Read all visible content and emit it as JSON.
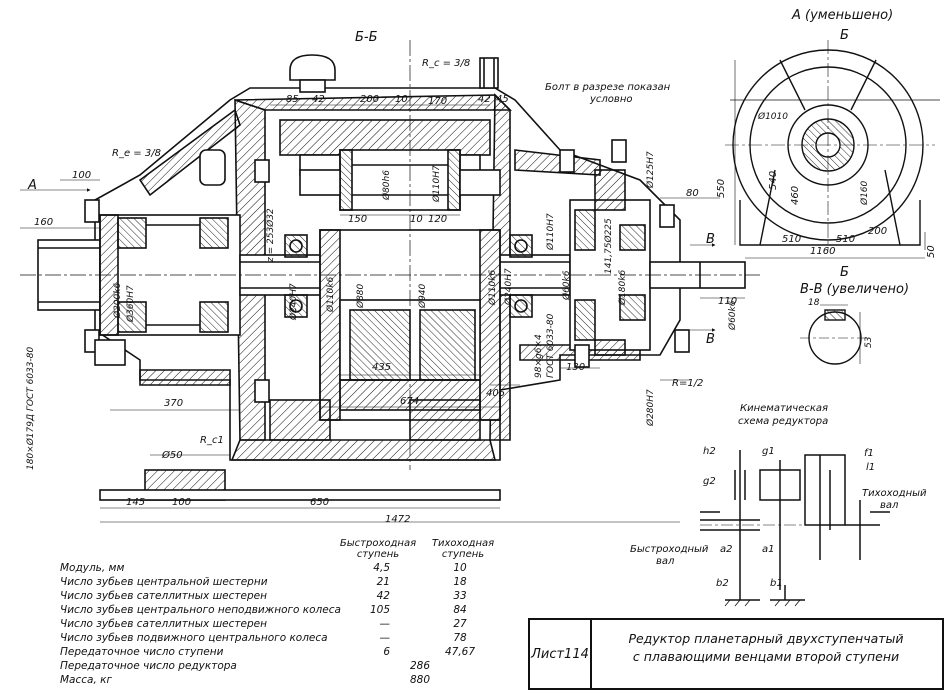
{
  "section_label": "Б-Б",
  "view_a_label": "A (уменьшено)",
  "view_b_label": "В-В (увеличено)",
  "bolt_note": [
    "Болт в разрезе показан",
    "условно"
  ],
  "rc_top": "R_c = 3/8",
  "re_left": "R_e = 3/8",
  "rc_bottom": "R_c1",
  "r_half": "R=1/2",
  "arrow_a": "A",
  "arrow_b": "Б",
  "arrow_v": "B",
  "gost_vertical": "180×Ø179Д ГОСТ 6033-80",
  "spline_note": [
    "98×g6×4",
    "ГОСТ 6033-80"
  ],
  "dimensions": {
    "d85": "85",
    "d42a": "42",
    "d200": "200",
    "d10": "10",
    "d170": "170",
    "d42b": "42",
    "d45": "45",
    "d100": "100",
    "d160": "160",
    "d80": "80",
    "d110": "110",
    "d150": "150",
    "d10b": "10",
    "d120": "120",
    "d435": "435",
    "d674": "674",
    "d405": "405",
    "d130": "130",
    "d370": "370",
    "d50": "Ø50",
    "d145": "145",
    "d100b": "100",
    "d650": "650",
    "d1472": "1472",
    "phi200": "Ø200k6",
    "phi360": "Ø360H7",
    "phi240a": "Ø240H7",
    "phi110a": "Ø110k6",
    "phi880": "Ø880",
    "phi940": "Ø940",
    "phi110b": "Ø110k6",
    "phi240b": "Ø240H7",
    "phi80": "Ø80h6",
    "phi110h7": "Ø110H7",
    "phi110h7b": "Ø110H7",
    "phi60": "Ø60k6",
    "phi180": "Ø180k6",
    "phi145": "141,75Ø225",
    "phi125": "Ø125H7",
    "phi280": "Ø280H7",
    "phi60shaft": "Ø60k6",
    "z": "z = 253Ø32",
    "va_550": "550",
    "va_540": "540",
    "va_460": "460",
    "va_1010": "Ø1010",
    "va_160": "Ø160",
    "va_510a": "510",
    "va_510b": "510",
    "va_200": "200",
    "va_1160": "1160",
    "va_50": "50",
    "vb_18": "18",
    "vb_53": "53"
  },
  "kinematic": {
    "title": [
      "Кинематическая",
      "схема редуктора"
    ],
    "h2": "h2",
    "g1": "g1",
    "f1": "f1",
    "l1": "l1",
    "g2": "g2",
    "a2": "a2",
    "a1": "a1",
    "b2": "b2",
    "b1": "b1",
    "fast_shaft": [
      "Быстроходный",
      "вал"
    ],
    "slow_shaft": [
      "Тихоходный",
      "вал"
    ]
  },
  "spec_table": {
    "col1_header": [
      "Быстроходная",
      "ступень"
    ],
    "col2_header": [
      "Тихоходная",
      "ступень"
    ],
    "rows": [
      {
        "name": "Модуль, мм",
        "v1": "4,5",
        "v2": "10"
      },
      {
        "name": "Число зубьев центральной шестерни",
        "v1": "21",
        "v2": "18"
      },
      {
        "name": "Число зубьев сателлитных шестерен",
        "v1": "42",
        "v2": "33"
      },
      {
        "name": "Число зубьев центрального неподвижного колеса",
        "v1": "105",
        "v2": "84"
      },
      {
        "name": "Число зубьев сателлитных шестерен",
        "v1": "—",
        "v2": "27"
      },
      {
        "name": "Число зубьев подвижного центрального колеса",
        "v1": "—",
        "v2": "78"
      },
      {
        "name": "Передаточное число ступени",
        "v1": "6",
        "v2": "47,67"
      },
      {
        "name": "Передаточное число редуктора",
        "v1": "286",
        "v2": ""
      },
      {
        "name": "Масса, кг",
        "v1": "880",
        "v2": ""
      }
    ]
  },
  "title_block": {
    "sheet": "Лист114",
    "title_line1": "Редуктор планетарный двухступенчатый",
    "title_line2": "с плавающими венцами второй ступени"
  }
}
